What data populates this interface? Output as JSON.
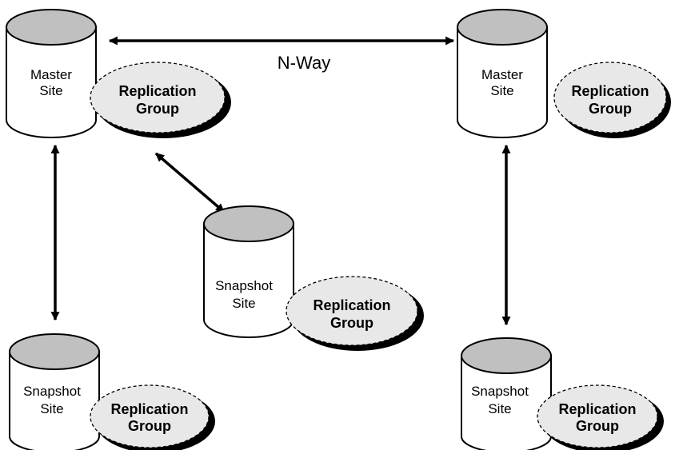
{
  "colors": {
    "cylinder_top": "#c0c0c0",
    "cylinder_body": "#ffffff",
    "group_fill": "#e8e8e8",
    "group_shadow": "#000000",
    "stroke": "#000000"
  },
  "sites": [
    {
      "id": "master-left",
      "line1": "Master",
      "line2": "Site",
      "group_line1": "Replication",
      "group_line2": "Group"
    },
    {
      "id": "master-right",
      "line1": "Master",
      "line2": "Site",
      "group_line1": "Replication",
      "group_line2": "Group"
    },
    {
      "id": "snapshot-middle",
      "line1": "Snapshot",
      "line2": "Site",
      "group_line1": "Replication",
      "group_line2": "Group"
    },
    {
      "id": "snapshot-bottom-left",
      "line1": "Snapshot",
      "line2": "Site",
      "group_line1": "Replication",
      "group_line2": "Group"
    },
    {
      "id": "snapshot-bottom-right",
      "line1": "Snapshot",
      "line2": "Site",
      "group_line1": "Replication",
      "group_line2": "Group"
    }
  ],
  "connections": [
    {
      "id": "n-way",
      "from": "master-left",
      "to": "master-right",
      "label": "N-Way"
    },
    {
      "id": "left-vertical",
      "from": "master-left",
      "to": "snapshot-bottom-left"
    },
    {
      "id": "diagonal",
      "from": "master-left",
      "to": "snapshot-middle"
    },
    {
      "id": "right-vertical",
      "from": "master-right",
      "to": "snapshot-bottom-right"
    }
  ]
}
